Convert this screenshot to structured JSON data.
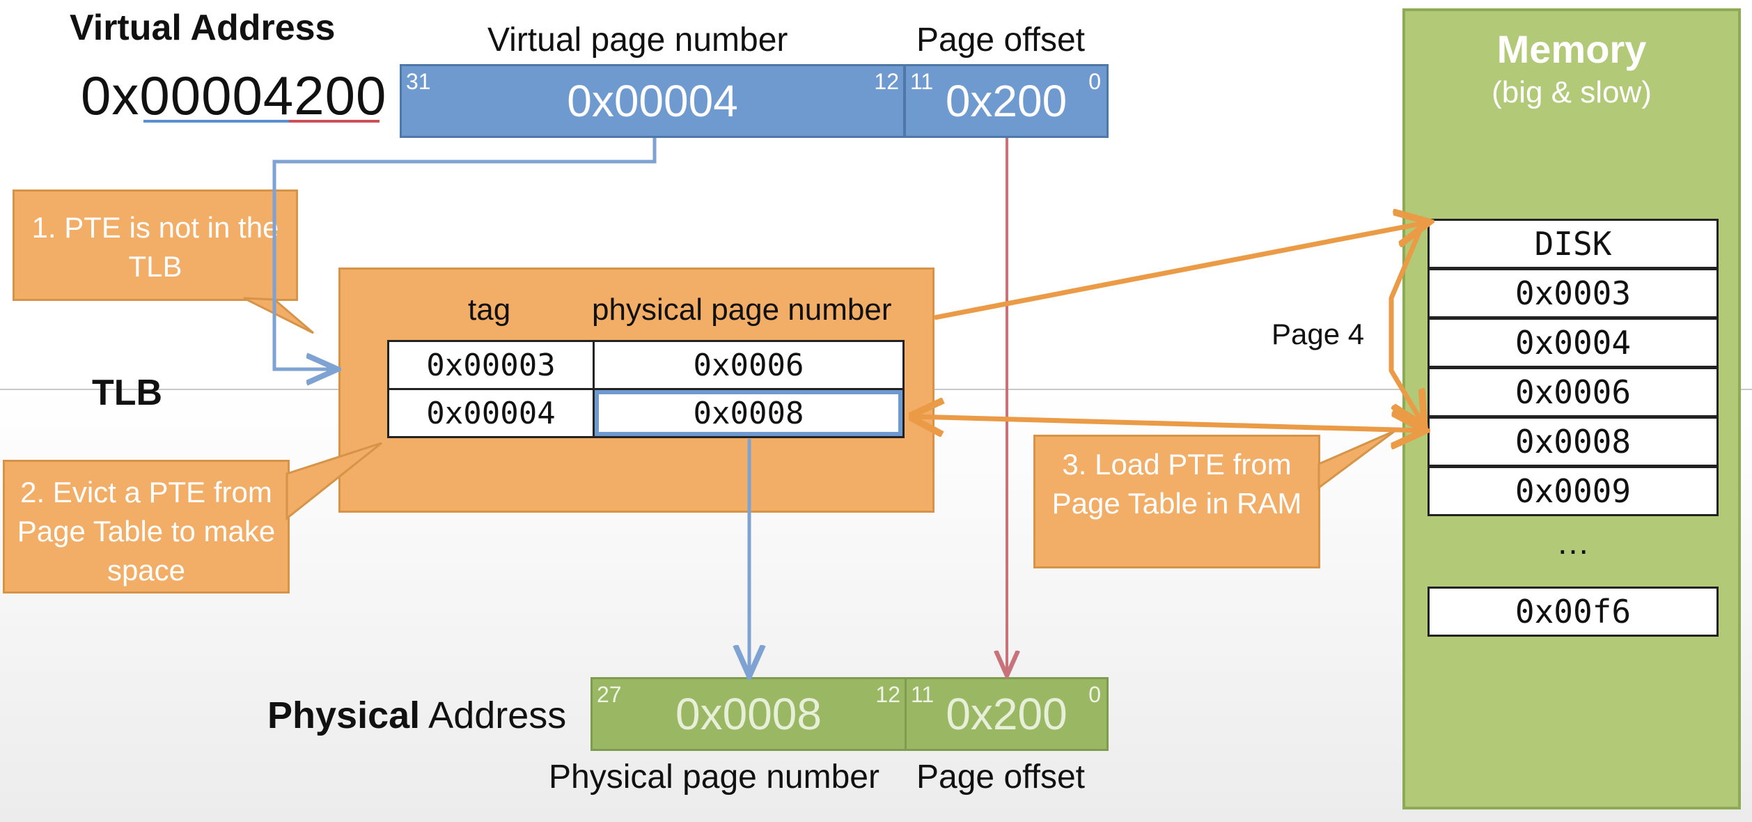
{
  "virtual_address": {
    "label": "Virtual Address",
    "value": "0x00004200",
    "vpn_header": "Virtual page number",
    "offset_header": "Page offset",
    "vpn_value": "0x00004",
    "offset_value": "0x200",
    "bits": {
      "vpn_high": "31",
      "vpn_low": "12",
      "offset_high": "11",
      "offset_low": "0"
    }
  },
  "tlb": {
    "label": "TLB",
    "tag_header": "tag",
    "ppn_header": "physical page number",
    "rows": [
      {
        "tag": "0x00003",
        "ppn": "0x0006"
      },
      {
        "tag": "0x00004",
        "ppn": "0x0008"
      }
    ]
  },
  "callouts": {
    "step1": "1. PTE is not in the TLB",
    "step2": "2. Evict a PTE from Page Table to make space",
    "step3": "3. Load PTE from Page Table in RAM"
  },
  "memory": {
    "title": "Memory",
    "subtitle": "(big & slow)",
    "page_label": "Page 4",
    "entries": [
      "DISK",
      "0x0003",
      "0x0004",
      "0x0006",
      "0x0008",
      "0x0009"
    ],
    "ellipsis": "…",
    "last_entry": "0x00f6"
  },
  "physical_address": {
    "label_bold": "Physical",
    "label_rest": "Address",
    "ppn_value": "0x0008",
    "offset_value": "0x200",
    "ppn_footer": "Physical page number",
    "offset_footer": "Page offset",
    "bits": {
      "ppn_high": "27",
      "ppn_low": "12",
      "offset_high": "11",
      "offset_low": "0"
    }
  },
  "colors": {
    "blue_field": "#6f9ad0",
    "orange": "#f2ad66",
    "green": "#9ab764",
    "arrow_blue": "#7ea3d2",
    "arrow_red": "#c8737a",
    "arrow_orange": "#eb9a45"
  }
}
